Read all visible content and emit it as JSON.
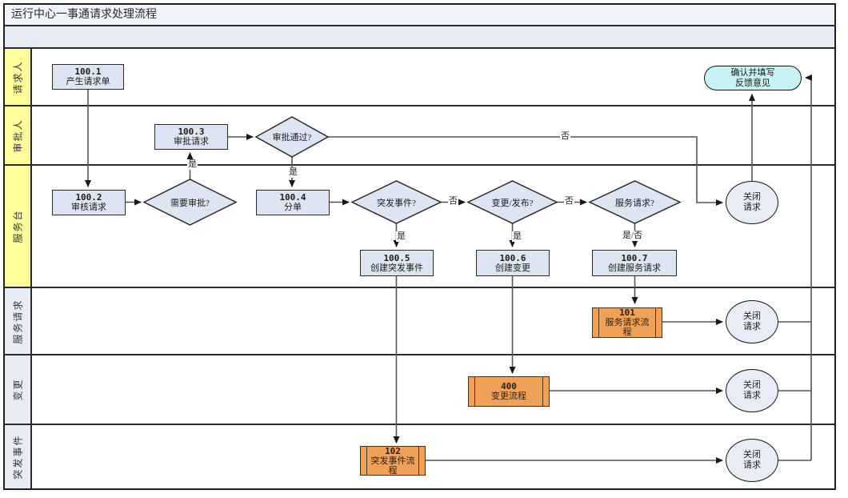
{
  "title": "运行中心一事通请求处理流程",
  "lanes": [
    {
      "label": "请求人",
      "group": "yellow"
    },
    {
      "label": "审批人",
      "group": "yellow"
    },
    {
      "label": "服务台",
      "group": "yellow"
    },
    {
      "label": "服务请求",
      "group": "blue"
    },
    {
      "label": "变更",
      "group": "blue"
    },
    {
      "label": "突发事件",
      "group": "blue"
    }
  ],
  "nodes": {
    "n100_1": {
      "code": "100.1",
      "label": "产生请求单"
    },
    "n100_2": {
      "code": "100.2",
      "label": "审核请求"
    },
    "n100_3": {
      "code": "100.3",
      "label": "审批请求"
    },
    "n100_4": {
      "code": "100.4",
      "label": "分单"
    },
    "n100_5": {
      "code": "100.5",
      "label": "创建突发事件"
    },
    "n100_6": {
      "code": "100.6",
      "label": "创建变更"
    },
    "n100_7": {
      "code": "100.7",
      "label": "创建服务请求"
    },
    "d_need": {
      "label": "需要审批?"
    },
    "d_pass": {
      "label": "审批通过?"
    },
    "d_incident": {
      "label": "突发事件?"
    },
    "d_change": {
      "label": "变更/发布?"
    },
    "d_service": {
      "label": "服务请求?"
    },
    "p101": {
      "code": "101",
      "label": "服务请求流程"
    },
    "p400": {
      "code": "400",
      "label": "变更流程"
    },
    "p102": {
      "code": "102",
      "label": "突发事件流程"
    },
    "close": {
      "label": "关闭请求"
    },
    "end_node": {
      "label": "确认并填写反馈意见"
    }
  },
  "edge_labels": {
    "yes": "是",
    "no": "否",
    "yes_no": "是/否"
  },
  "edges": [
    {
      "from": "100.1 产生请求单",
      "to": "100.2 审核请求",
      "label": ""
    },
    {
      "from": "100.2 审核请求",
      "to": "需要审批?",
      "label": ""
    },
    {
      "from": "需要审批?",
      "to": "100.3 审批请求",
      "label": "是"
    },
    {
      "from": "需要审批?",
      "to": "100.4 分单",
      "label": ""
    },
    {
      "from": "100.3 审批请求",
      "to": "审批通过?",
      "label": ""
    },
    {
      "from": "审批通过?",
      "to": "100.4 分单",
      "label": "是"
    },
    {
      "from": "审批通过?",
      "to": "关闭请求(服务台)",
      "label": "否"
    },
    {
      "from": "100.4 分单",
      "to": "突发事件?",
      "label": ""
    },
    {
      "from": "突发事件?",
      "to": "100.5 创建突发事件",
      "label": "是"
    },
    {
      "from": "突发事件?",
      "to": "变更/发布?",
      "label": "否"
    },
    {
      "from": "变更/发布?",
      "to": "100.6 创建变更",
      "label": "是"
    },
    {
      "from": "变更/发布?",
      "to": "服务请求?",
      "label": "否"
    },
    {
      "from": "服务请求?",
      "to": "100.7 创建服务请求",
      "label": "是/否"
    },
    {
      "from": "100.5 创建突发事件",
      "to": "102 突发事件流程",
      "label": ""
    },
    {
      "from": "100.6 创建变更",
      "to": "400 变更流程",
      "label": ""
    },
    {
      "from": "100.7 创建服务请求",
      "to": "101 服务请求流程",
      "label": ""
    },
    {
      "from": "101 服务请求流程",
      "to": "关闭请求(服务请求)",
      "label": ""
    },
    {
      "from": "400 变更流程",
      "to": "关闭请求(变更)",
      "label": ""
    },
    {
      "from": "102 突发事件流程",
      "to": "关闭请求(突发事件)",
      "label": ""
    },
    {
      "from": "关闭请求(服务台)",
      "to": "确认并填写反馈意见",
      "label": ""
    },
    {
      "from": "关闭请求(服务请求)",
      "to": "确认并填写反馈意见",
      "label": ""
    },
    {
      "from": "关闭请求(变更)",
      "to": "确认并填写反馈意见",
      "label": ""
    },
    {
      "from": "关闭请求(突发事件)",
      "to": "确认并填写反馈意见",
      "label": ""
    }
  ],
  "colors": {
    "lane_yellow": "#ffff9c",
    "lane_blue": "#e6ebf6",
    "process_fill": "#dde5f2",
    "subprocess_fill": "#f0a158",
    "terminator_fill": "#c8f2f3",
    "circle_fill": "#e7ecf7",
    "band_fill": "#e7ebf4",
    "border": "#1f1f1f"
  }
}
